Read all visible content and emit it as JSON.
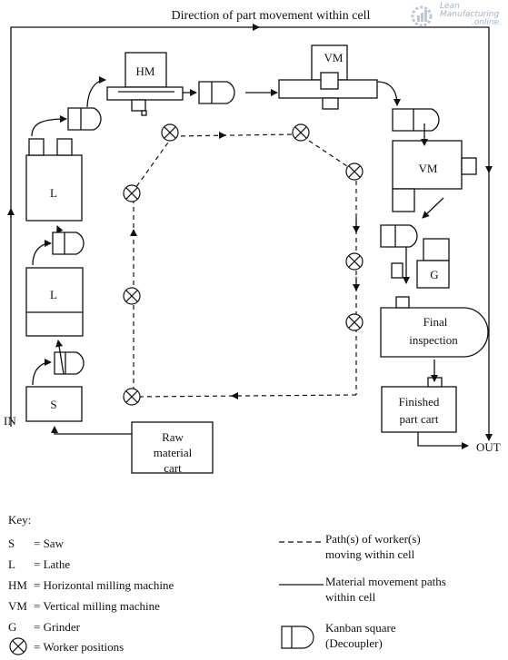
{
  "title": "Direction of part movement within cell",
  "labels": {
    "in": "IN",
    "out": "OUT",
    "hm": "HM",
    "vm_top": "VM",
    "vm_right": "VM",
    "lathe_top": "L",
    "lathe_bottom": "L",
    "saw": "S",
    "grinder": "G",
    "final_inspection_1": "Final",
    "final_inspection_2": "inspection",
    "finished_1": "Finished",
    "finished_2": "part cart",
    "raw_1": "Raw",
    "raw_2": "material",
    "raw_3": "cart"
  },
  "key": {
    "heading": "Key:",
    "items": [
      {
        "abbr": "S",
        "desc": "= Saw"
      },
      {
        "abbr": "L",
        "desc": "= Lathe"
      },
      {
        "abbr": "HM",
        "desc": "= Horizontal milling machine"
      },
      {
        "abbr": "VM",
        "desc": "= Vertical milling machine"
      },
      {
        "abbr": "G",
        "desc": "= Grinder"
      }
    ],
    "worker_desc": "= Worker positions",
    "dashed_1": "Path(s) of worker(s)",
    "dashed_2": "moving within cell",
    "solid_1": "Material movement paths",
    "solid_2": "within cell",
    "kanban_1": "Kanban square",
    "kanban_2": "(Decoupler)"
  },
  "watermark": {
    "line1": "Lean",
    "line2": "Manufacturing",
    "line3": ".online"
  },
  "colors": {
    "ink": "#111111",
    "watermark": "#9fb4c8"
  }
}
